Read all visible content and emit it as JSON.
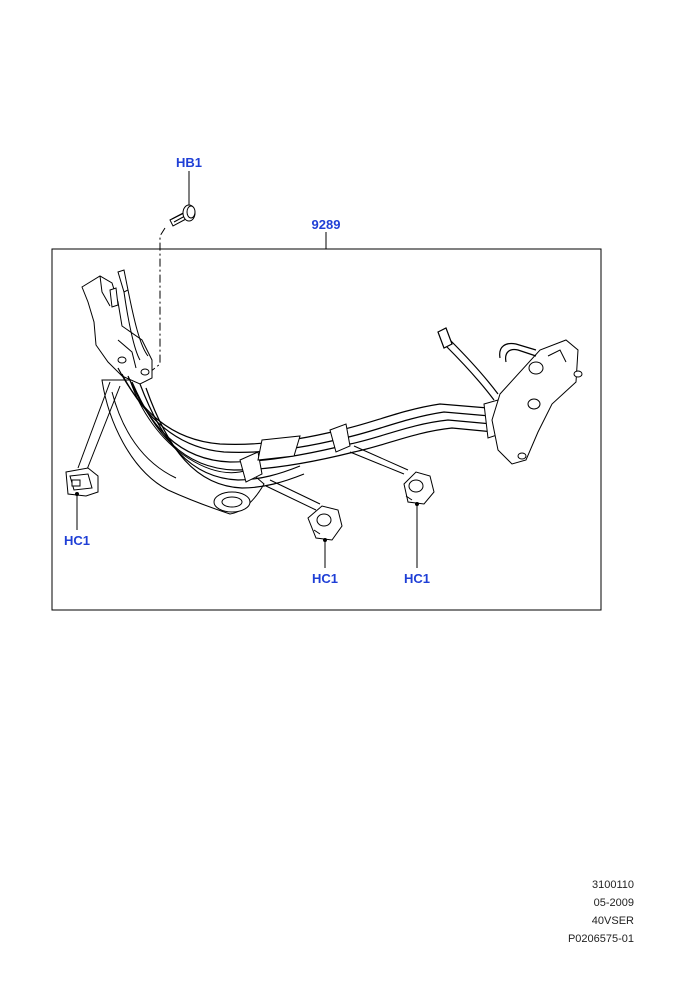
{
  "diagram": {
    "assembly_label": "9289",
    "callouts": [
      {
        "id": "hb1",
        "label": "HB1"
      },
      {
        "id": "hc1-left",
        "label": "HC1"
      },
      {
        "id": "hc1-mid",
        "label": "HC1"
      },
      {
        "id": "hc1-right",
        "label": "HC1"
      }
    ],
    "line_color": "#000000",
    "callout_color": "#1f3fd6"
  },
  "footer": {
    "lines": [
      "3100110",
      "05-2009",
      "40VSER",
      "P0206575-01"
    ]
  }
}
